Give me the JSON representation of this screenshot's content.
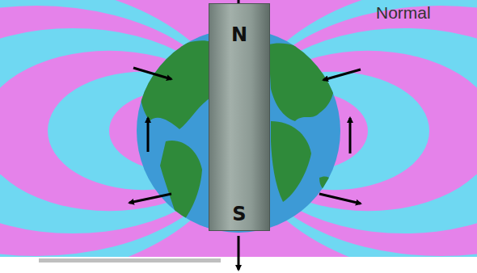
{
  "diagram": {
    "nodes": [
      {
        "text": [
          "N",
          "S"
        ]
      }
    ],
    "labels": [
      "Normal"
    ]
  }
}
